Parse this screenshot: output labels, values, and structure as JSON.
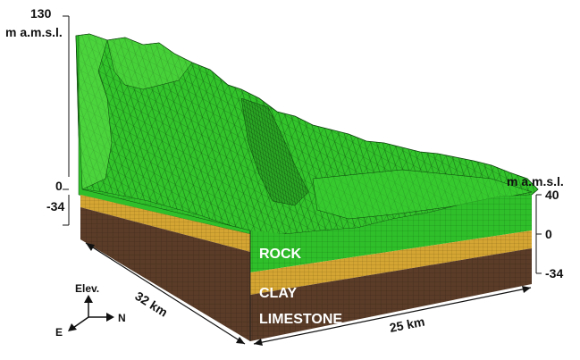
{
  "left_axis": {
    "top_value": "130",
    "unit": "m a.m.s.l.",
    "zero_value": "0",
    "bottom_value": "-34"
  },
  "right_axis": {
    "unit": "m a.m.s.l.",
    "top_value": "40",
    "zero_value": "0",
    "bottom_value": "-34"
  },
  "layers": {
    "rock": "ROCK",
    "clay": "CLAY",
    "limestone": "LIMESTONE"
  },
  "dimensions": {
    "length": "32 km",
    "width": "25 km"
  },
  "compass": {
    "up": "Elev.",
    "east": "E",
    "north": "N"
  },
  "colors": {
    "terrain": "#2fc02a",
    "terrain_light": "#5fe24a",
    "clay": "#d4a532",
    "limestone": "#5a3c28",
    "mesh": "#0b3f0b"
  }
}
